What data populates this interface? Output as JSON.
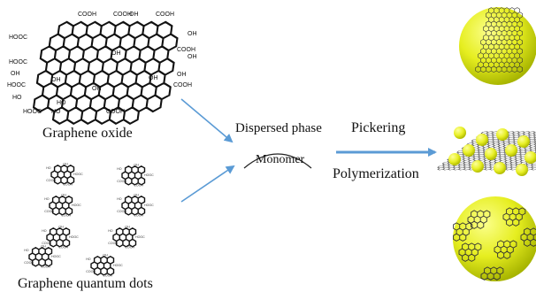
{
  "labels": {
    "graphene_oxide": "Graphene oxide",
    "graphene_quantum_dots": "Graphene quantum dots",
    "dispersed_phase": "Dispersed phase",
    "monomer": "Monomer",
    "pickering": "Pickering",
    "polymerization": "Polymerization"
  },
  "go_groups": [
    "COOH",
    "COOH",
    "OH",
    "COOH",
    "OH",
    "OH",
    "HOOC",
    "HOOC",
    "OH",
    "HOOC",
    "OH",
    "HO",
    "HO",
    "OH",
    "OH",
    "OH",
    "HOOC",
    "HO",
    "COOH",
    "OH",
    "COOH",
    "COOH"
  ],
  "gqd_groups": [
    "HOOC",
    "COOH",
    "COOH",
    "HO",
    "OH"
  ],
  "colors": {
    "arrow": "#5b9bd5",
    "sphere": "#e6ee20",
    "sphere_shade": "#9aa800",
    "structure": "#111111"
  },
  "icons": [
    "blue-arrow-icon",
    "graphene-oxide-sheet-icon",
    "graphene-quantum-dot-icon",
    "coated-microsphere-icon",
    "graphene-sheet-with-particles-icon"
  ]
}
